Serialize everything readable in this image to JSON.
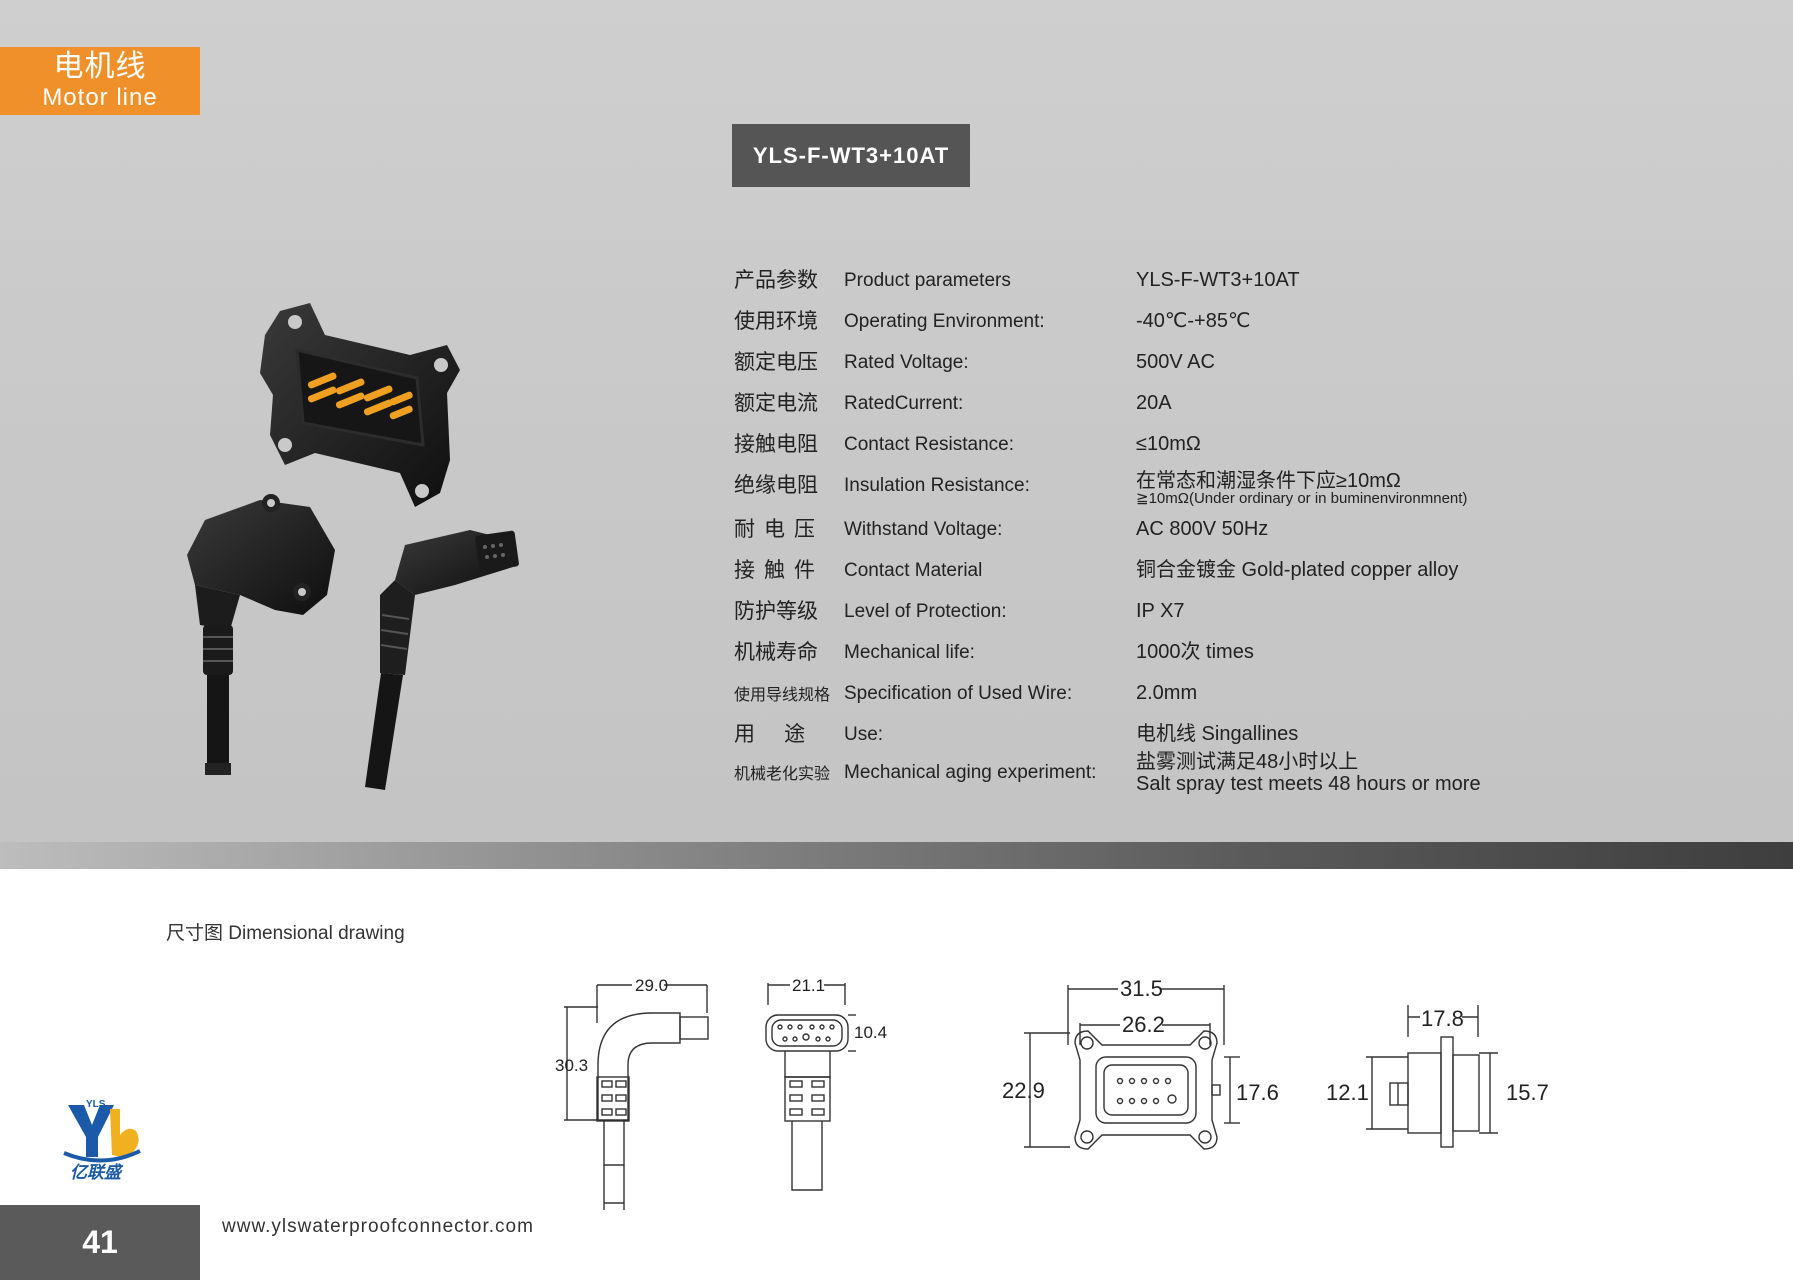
{
  "category": {
    "cn": "电机线",
    "en": "Motor line"
  },
  "model_badge": "YLS-F-WT3+10AT",
  "specs": [
    {
      "cn": "产品参数",
      "en": "Product parameters",
      "value": "YLS-F-WT3+10AT"
    },
    {
      "cn": "使用环境",
      "en": "Operating Environment:",
      "value": "-40℃-+85℃"
    },
    {
      "cn": "额定电压",
      "en": "Rated Voltage:",
      "value": "500V AC"
    },
    {
      "cn": "额定电流",
      "en": "RatedCurrent:",
      "value": "20A"
    },
    {
      "cn": "接触电阻",
      "en": "Contact Resistance:",
      "value": "≤10mΩ"
    },
    {
      "cn": "绝缘电阻",
      "en": "Insulation Resistance:",
      "value": "在常态和潮湿条件下应≥10mΩ",
      "value2": "≧10mΩ(Under ordinary or in buminenvironmnent)"
    },
    {
      "cn": "耐电压",
      "en": "Withstand Voltage:",
      "value": "AC  800V 50Hz"
    },
    {
      "cn": "接触件",
      "en": "Contact Material",
      "value": "铜合金镀金   Gold-plated copper alloy"
    },
    {
      "cn": "防护等级",
      "en": "Level of Protection:",
      "value": "IP X7"
    },
    {
      "cn": "机械寿命",
      "en": "Mechanical life:",
      "value": "1000次 times"
    },
    {
      "cn": "使用导线规格",
      "en": "Specification of Used Wire:",
      "value": "2.0mm"
    },
    {
      "cn": "用     途",
      "en": "Use:",
      "value": "电机线  Singallines"
    },
    {
      "cn": "机械老化实验",
      "en": "Mechanical aging experiment:",
      "value": "盐雾测试满足48小时以上",
      "value2": "Salt spray test meets 48 hours or more"
    }
  ],
  "dimensional_title": "尺寸图 Dimensional drawing",
  "dims": {
    "d1_width": "29.0",
    "d1_height": "30.3",
    "d2_width": "21.1",
    "d2_height": "10.4",
    "d3_outer": "31.5",
    "d3_inner": "26.2",
    "d3_height": "22.9",
    "d3_right": "17.6",
    "d4_width": "17.8",
    "d4_left": "12.1",
    "d4_right": "15.7"
  },
  "brand": "亿联盛",
  "logo_text": "YLS",
  "page_number": "41",
  "website": "www.ylswaterproofconnector.com",
  "colors": {
    "category_bg": "#f0902a",
    "badge_bg": "#555555",
    "brand_blue": "#1a5aa8",
    "connector_pins": "#f0a020"
  }
}
